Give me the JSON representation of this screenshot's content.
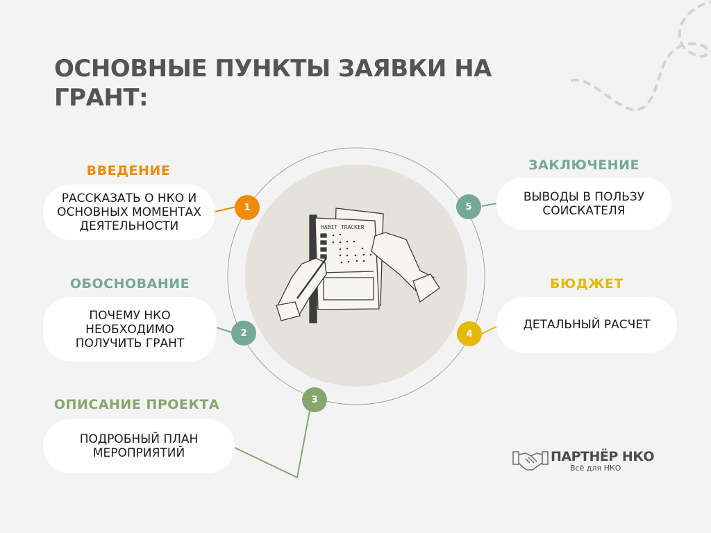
{
  "title": "ОСНОВНЫЕ ПУНКТЫ ЗАЯВКИ НА ГРАНТ:",
  "colors": {
    "background": "#f4f3f4",
    "inner_circle": "#e5e2dc",
    "ring": "#9aaa8c",
    "orange": "#ef8a0c",
    "teal": "#76a898",
    "green": "#86a66e",
    "yellow": "#e5b80a",
    "text_dark": "#545454"
  },
  "illustration": {
    "label": "HABIT TRACKER",
    "icon": "habit-tracker-illustration"
  },
  "items": [
    {
      "number": "1",
      "heading": "ВВЕДЕНИЕ",
      "text": "РАССКАЗАТЬ О НКО И\nОСНОВНЫХ МОМЕНТАХ\nДЕЯТЕЛЬНОСТИ",
      "color": "#ef8a0c"
    },
    {
      "number": "2",
      "heading": "ОБОСНОВАНИЕ",
      "text": "ПОЧЕМУ НКО\nНЕОБХОДИМО\nПОЛУЧИТЬ ГРАНТ",
      "color": "#76a898"
    },
    {
      "number": "3",
      "heading": "ОПИСАНИЕ ПРОЕКТА",
      "text": "ПОДРОБНЫЙ ПЛАН\nМЕРОПРИЯТИЙ",
      "color": "#86a66e"
    },
    {
      "number": "4",
      "heading": "БЮДЖЕТ",
      "text": "ДЕТАЛЬНЫЙ РАСЧЕТ",
      "color": "#e5b80a"
    },
    {
      "number": "5",
      "heading": "ЗАКЛЮЧЕНИЕ",
      "text": "ВЫВОДЫ В ПОЛЬЗУ\nСОИСКАТЕЛЯ",
      "color": "#76a898"
    }
  ],
  "logo": {
    "name": "ПАРТНЁР НКО",
    "tagline": "Всё для НКО",
    "icon": "handshake-icon"
  }
}
